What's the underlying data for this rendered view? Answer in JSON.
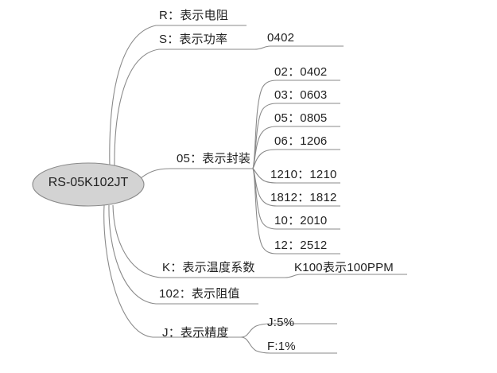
{
  "diagram": {
    "type": "mind-map",
    "root": {
      "label": "RS-05K102JT",
      "shape": "ellipse",
      "fill_color": "#d3d3d3",
      "border_color": "#8a8a8a"
    },
    "line_color": "#8a8a8a",
    "text_color": "#222222",
    "branches": [
      {
        "label": "R：表示电阻",
        "children": []
      },
      {
        "label": "S：表示功率",
        "children": [
          {
            "label": "0402"
          }
        ]
      },
      {
        "label": "05：表示封装",
        "children": [
          {
            "label": "02：0402"
          },
          {
            "label": "03：0603"
          },
          {
            "label": "05：0805"
          },
          {
            "label": "06：1206"
          },
          {
            "label": "1210：1210"
          },
          {
            "label": "1812：1812"
          },
          {
            "label": "10：2010"
          },
          {
            "label": "12：2512"
          }
        ]
      },
      {
        "label": "K：表示温度系数",
        "children": [
          {
            "label": "K100表示100PPM"
          }
        ]
      },
      {
        "label": "102：表示阻值",
        "children": []
      },
      {
        "label": "J：表示精度",
        "children": [
          {
            "label": "J:5%"
          },
          {
            "label": "F:1%"
          }
        ]
      }
    ]
  }
}
